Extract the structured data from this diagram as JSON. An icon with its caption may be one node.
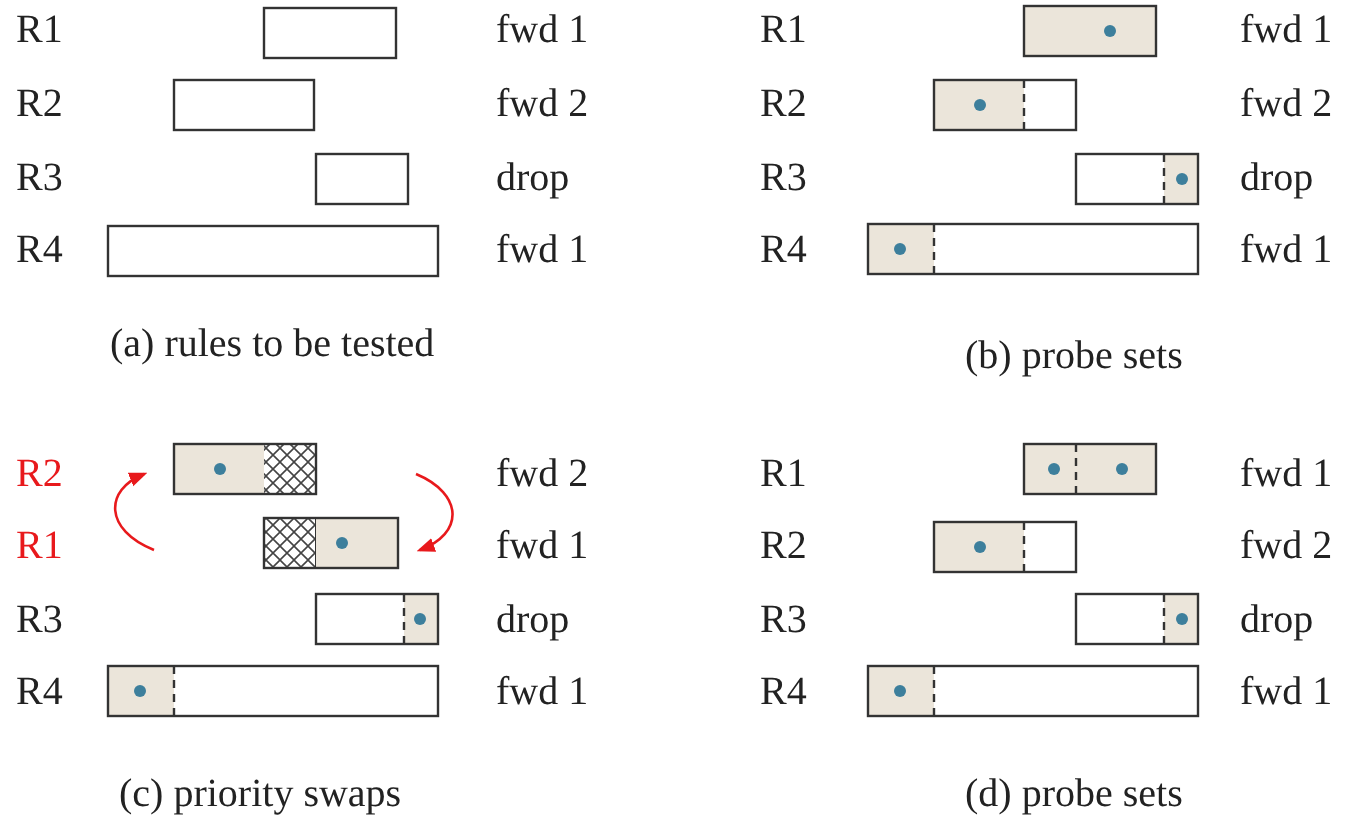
{
  "diagram": {
    "labels": [
      "R1",
      "fwd 1",
      "R2",
      "fwd 2",
      "R3",
      "drop",
      "R4",
      "fwd 1",
      "(a) rules to be tested",
      "R1",
      "fwd 1",
      "R2",
      "fwd 2",
      "R3",
      "drop",
      "R4",
      "fwd 1",
      "(b) probe sets",
      "R2",
      "fwd 2",
      "R1",
      "fwd 1",
      "R3",
      "drop",
      "R4",
      "fwd 1",
      "(c) priority swaps",
      "R1",
      "fwd 1",
      "R2",
      "fwd 2",
      "R3",
      "drop",
      "R4",
      "fwd 1",
      "(d) probe sets"
    ]
  }
}
